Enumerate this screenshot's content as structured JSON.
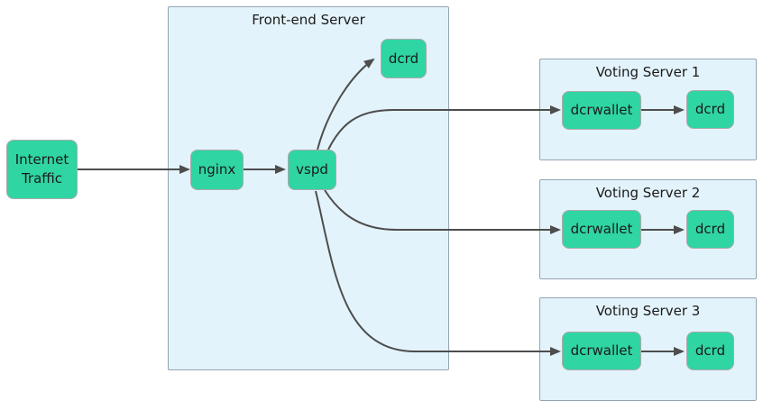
{
  "colors": {
    "node-fill": "#2fd5a3",
    "node-border": "#ababab",
    "container-fill": "#e3f3fc",
    "container-border": "#93a5b2",
    "edge": "#4d4d4d",
    "text": "#1a1a1a",
    "background": "#ffffff"
  },
  "internet_traffic": {
    "label": "Internet Traffic"
  },
  "frontend_server": {
    "title": "Front-end Server",
    "nginx": "nginx",
    "vspd": "vspd",
    "dcrd": "dcrd"
  },
  "voting_servers": [
    {
      "title": "Voting Server 1",
      "dcrwallet": "dcrwallet",
      "dcrd": "dcrd"
    },
    {
      "title": "Voting Server 2",
      "dcrwallet": "dcrwallet",
      "dcrd": "dcrd"
    },
    {
      "title": "Voting Server 3",
      "dcrwallet": "dcrwallet",
      "dcrd": "dcrd"
    }
  ]
}
